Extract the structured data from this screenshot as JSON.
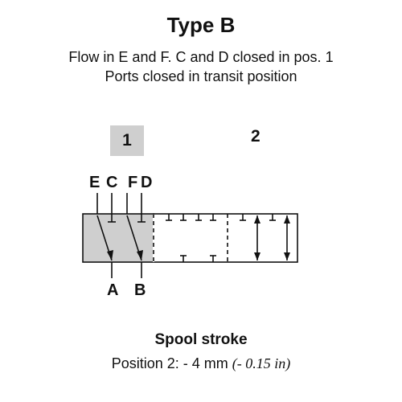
{
  "title": "Type B",
  "description": [
    "Flow in E and F. C and D closed in pos. 1",
    "Ports closed in transit position"
  ],
  "positions": [
    "1",
    "2"
  ],
  "ports_top": [
    "E",
    "C",
    "F",
    "D"
  ],
  "ports_bottom": [
    "A",
    "B"
  ],
  "spool_stroke": {
    "title": "Spool stroke",
    "label": "Position 2: - 4 mm",
    "inch": "(- 0.15 in)"
  },
  "colors": {
    "position1_fill": "#cfcfcf",
    "line": "#111111"
  }
}
